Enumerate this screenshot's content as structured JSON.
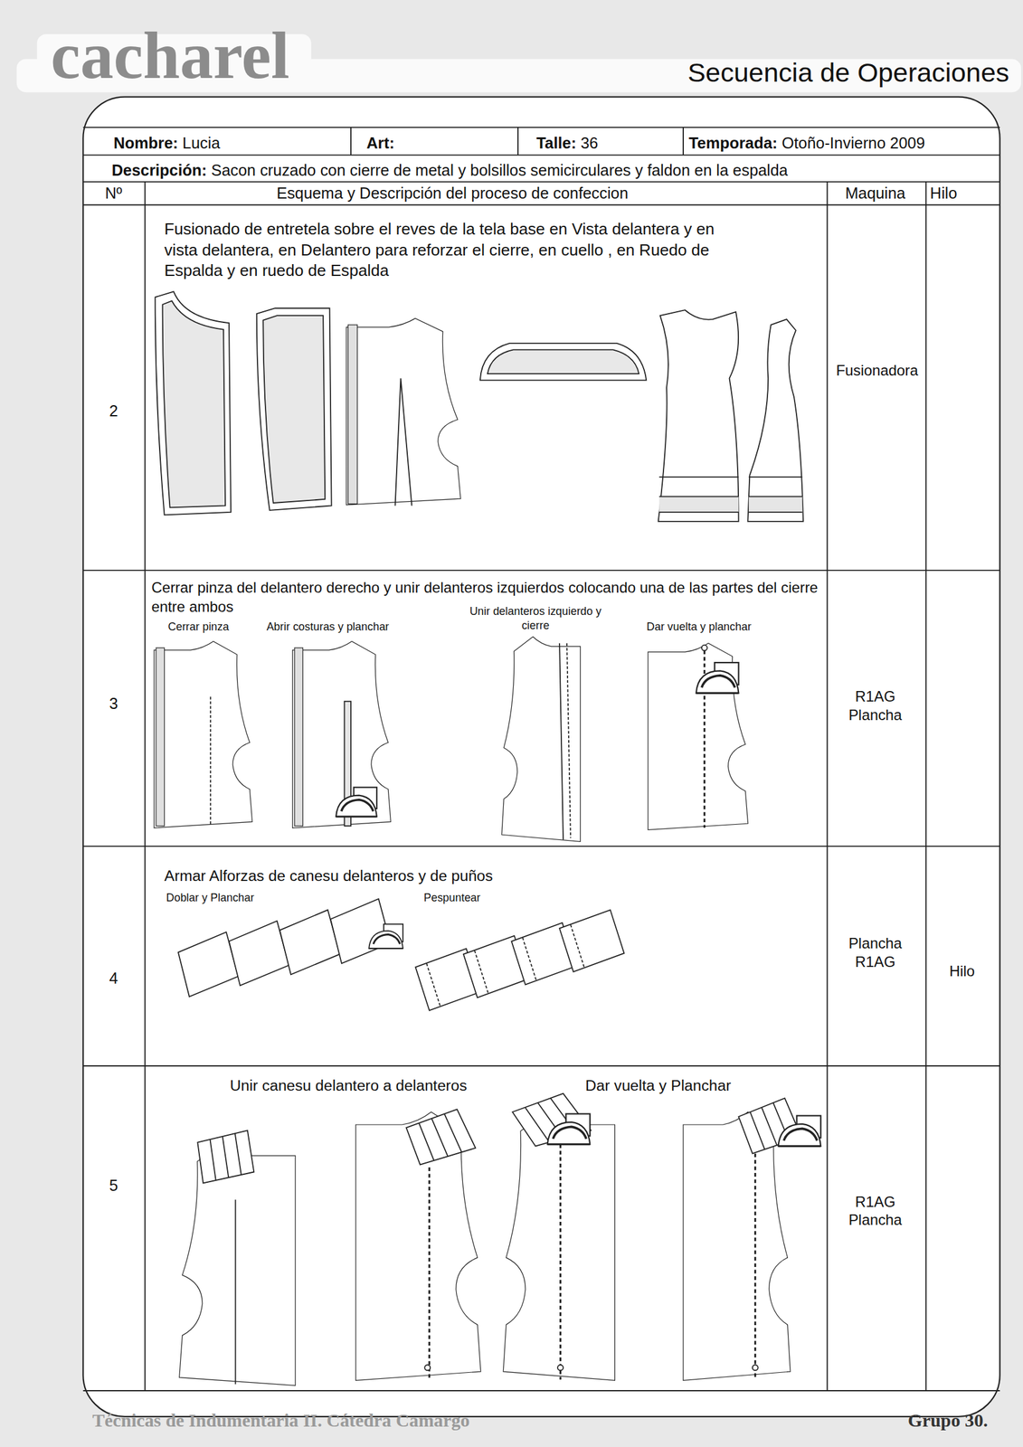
{
  "diagram": {
    "title": "Secuencia de Operaciones",
    "labels": [
      "cacharel",
      "Nombre:",
      "Lucia",
      "Art:",
      "Talle:",
      "36",
      "Temporada:",
      "Otoño-Invierno 2009",
      "Descripción:",
      "Sacon cruzado con cierre de metal y bolsillos semicirculares y faldon en la espalda",
      "Nº",
      "Esquema y Descripción del proceso de confeccion",
      "Maquina",
      "Hilo",
      "2",
      "Fusionado de entretela sobre el reves de la tela base en Vista delantera y en vista delantera, en Delantero para reforzar el cierre, en cuello , en Ruedo de Espalda y en ruedo de Espalda",
      "Fusionadora",
      "3",
      "Cerrar pinza del delantero derecho y unir delanteros izquierdos colocando una de las partes del cierre entre ambos",
      "Cerrar pinza",
      "Abrir costuras y planchar",
      "Unir delanteros izquierdo y cierre",
      "Dar vuelta y planchar",
      "R1AG Plancha",
      "4",
      "Armar Alforzas de canesu delanteros y de puños",
      "Doblar y Planchar",
      "Pespuntear",
      "Plancha R1AG",
      "Hilo",
      "5",
      "Unir canesu delantero a delanteros",
      "Dar vuelta y Planchar",
      "R1AG Plancha",
      "Técnicas de Indumentaria II. Cátedra Camargo",
      "Grupo 30."
    ]
  }
}
